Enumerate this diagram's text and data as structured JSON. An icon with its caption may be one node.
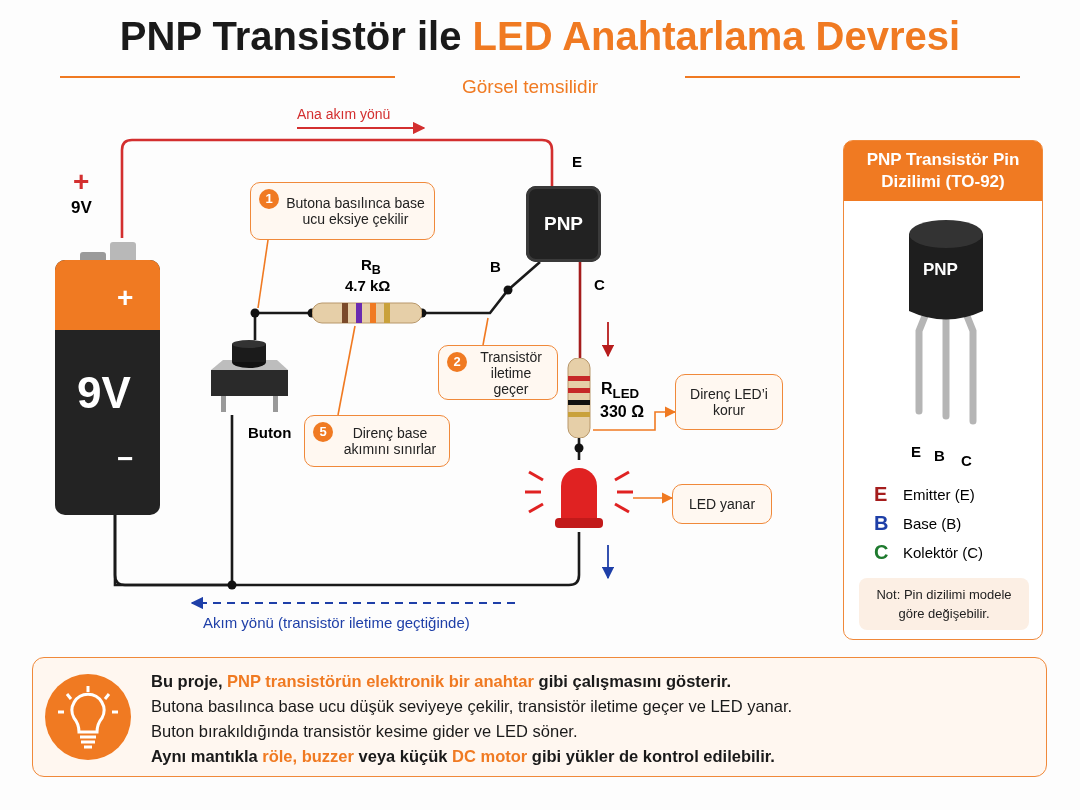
{
  "diagram": {
    "title": "PNP Transistör ile **LED Anahtarlama Devresi**",
    "nodes": [
      {
        "text": [
          "+",
          "9V",
          "−"
        ]
      },
      {
        "text": [],
        "shape": "picture",
        "beside": [
          "Buton"
        ]
      },
      {
        "text": [],
        "shape": "picture",
        "beside": [
          "R$_{B}$",
          "4.7 kΩ"
        ]
      },
      {
        "text": [
          "PNP"
        ],
        "beside": [
          "E",
          "B",
          "C"
        ]
      },
      {
        "text": [],
        "shape": "picture",
        "beside": [
          "R$_{LED}$",
          "330 Ω"
        ]
      },
      {
        "text": [],
        "shape": "picture"
      },
      {
        "text": [
          "1",
          "Butona basılınca base ucu eksiye çekilir"
        ]
      },
      {
        "text": [
          "2",
          "Transistör iletime geçer"
        ]
      },
      {
        "text": [
          "5",
          "Direnç base akımını sınırlar"
        ]
      },
      {
        "text": [
          "Direnç LED’i korur"
        ]
      },
      {
        "text": [
          "LED yanar"
        ]
      },
      {
        "text": [
          "PNP Transistör Pin Dizilimi (TO-92)"
        ]
      },
      {
        "text": [
          "PNP"
        ],
        "in": 11,
        "beside": [
          "E",
          "B",
          "C"
        ]
      },
      {
        "text": [
          "Not: Pin dizilimi modele göre değişebilir."
        ],
        "in": 11
      },
      {
        "text": [
          "Bu proje, **PNP transistörün elektronik bir anahtar** gibi çalışmasını gösterir.",
          "Butona basılınca base ucu düşük seviyeye çekilir, transistör iletime geçer  ve LED yanar.",
          "Buton bırakıldığında transistör kesime gider  ve LED söner.",
          "Aynı mantıkla **röle, buzzer** veya küçük **DC motor** gibi yükler de kontrol edilebilir."
        ]
      }
    ],
    "edges": [
      {
        "from": 0,
        "to": 3,
        "arrow": "none",
        "color": "#d32f2f"
      },
      {
        "from": 3,
        "to": 2,
        "arrow": "none"
      },
      {
        "from": 2,
        "to": 1,
        "arrow": "none"
      },
      {
        "from": 3,
        "to": 4,
        "arrow": "none",
        "color": "#a51d1d"
      },
      {
        "from": 4,
        "to": 5,
        "arrow": "none"
      },
      {
        "from": 5,
        "to": 0,
        "arrow": "none"
      },
      {
        "from": 1,
        "to": 0,
        "arrow": "none"
      },
      {
        "from": 6,
        "to": null,
        "arrow": "none",
        "color": "#f07a22"
      },
      {
        "from": 7,
        "to": null,
        "arrow": "none",
        "color": "#f07a22"
      },
      {
        "from": 8,
        "to": 2,
        "arrow": "none",
        "color": "#f07a22"
      },
      {
        "from": 4,
        "to": 9,
        "arrow": "to",
        "color": "#f07a22"
      },
      {
        "from": 5,
        "to": 10,
        "arrow": "to",
        "color": "#f07a22"
      }
    ],
    "labels": [
      "Görsel temsilidir",
      "Ana akım yönü",
      "+",
      "9V",
      "Akım yönü (transistör iletime geçtiğinde)",
      "E",
      "Emitter (E)",
      "B",
      "Base (B)",
      "C",
      "Kolektör (C)"
    ]
  }
}
